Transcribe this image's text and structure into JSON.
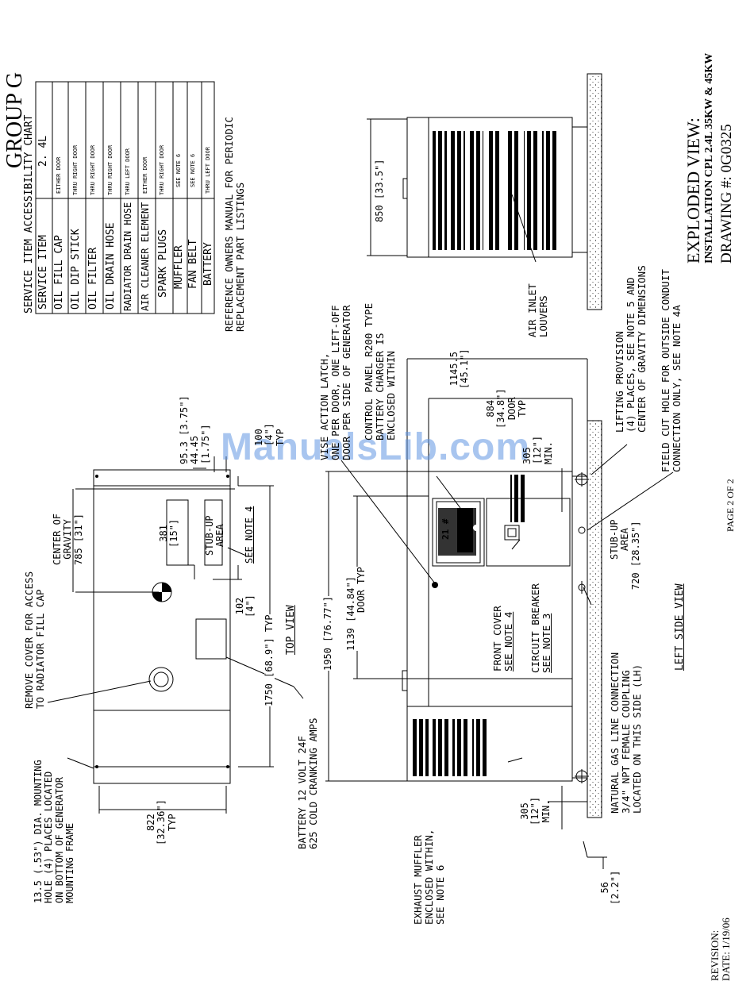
{
  "header": {
    "group": "GROUP G",
    "title": "EXPLODED VIEW:",
    "subtitle": "INSTALLATION CPL 2.4L 35KW & 45KW",
    "drawing": "DRAWING #: 0G0325"
  },
  "footer": {
    "page": "PAGE 2 OF 2",
    "revision": "REVISION:",
    "date": "DATE: 1/19/06"
  },
  "watermark": "ManualsLib.com",
  "chart": {
    "title": "SERVICE ITEM ACCESSIBILITY CHART",
    "col1": "SERVICE ITEM",
    "col2": "2. 4L",
    "rows": [
      {
        "item": "OIL FILL CAP",
        "access": "EITHER DOOR"
      },
      {
        "item": "OIL DIP STICK",
        "access": "THRU RIGHT DOOR"
      },
      {
        "item": "OIL FILTER",
        "access": "THRU RIGHT DOOR"
      },
      {
        "item": "OIL DRAIN HOSE",
        "access": "THRU RIGHT DOOR"
      },
      {
        "item": "RADIATOR DRAIN HOSE",
        "access": "THRU LEFT DOOR"
      },
      {
        "item": "AIR CLEANER ELEMENT",
        "access": "EITHER DOOR"
      },
      {
        "item": "SPARK PLUGS",
        "access": "THRU RIGHT DOOR"
      },
      {
        "item": "MUFFLER",
        "access": "SEE NOTE 6"
      },
      {
        "item": "FAN BELT",
        "access": "SEE NOTE 6"
      },
      {
        "item": "BATTERY",
        "access": "THRU LEFT DOOR"
      }
    ]
  },
  "reference": [
    "REFERENCE OWNERS MANUAL FOR PERIODIC",
    "REPLACEMENT PART LISTINGS"
  ],
  "top_view": {
    "label": "TOP VIEW",
    "remove_cover": [
      "REMOVE COVER FOR ACCESS",
      "TO RADIATOR FILL CAP"
    ],
    "cog": [
      "CENTER OF",
      "GRAVITY",
      "785  [31\"]"
    ],
    "d381": [
      "381",
      "[15\"]"
    ],
    "stub_up": [
      "STUB-UP",
      "AREA"
    ],
    "see_note_4": "SEE NOTE 4",
    "d1750": "1750  [68.9\"] TYP",
    "d102": [
      "102",
      "[4\"]"
    ],
    "d953": [
      "95.3  [3.75\"]",
      "44.45",
      "[1.75\"]"
    ],
    "d100": [
      "100",
      "[4\"]",
      "TYP"
    ],
    "battery": [
      "BATTERY 12 VOLT 24F",
      "625 COLD CRANKING AMPS"
    ],
    "mounting": [
      "13.5 (.53\") DIA. MOUNTING",
      "HOLE (4) PLACES LOCATED",
      "ON BOTTOM OF GENERATOR",
      "MOUNTING FRAME"
    ],
    "d822": [
      "822",
      "[32.36\"]",
      "TYP"
    ]
  },
  "left_side_view": {
    "label": "LEFT SIDE VIEW",
    "vise": [
      "VISE ACTION LATCH,",
      "ONE PER DOOR, ONE LIFT-OFF",
      "DOOR PER SIDE OF GENERATOR"
    ],
    "control_panel": [
      "CONTROL PANEL R200 TYPE",
      "BATTERY CHARGER IS",
      "ENCLOSED WITHIN"
    ],
    "d1950": "1950  [76.77\"]",
    "d1139": [
      "1139  [44.84\"]",
      "DOOR TYP"
    ],
    "front_cover": [
      "FRONT COVER",
      "SEE NOTE 4"
    ],
    "breaker": [
      "CIRCUIT BREAKER",
      "SEE NOTE 3"
    ],
    "d1145": [
      "1145.5",
      "[45.1\"]"
    ],
    "d884": [
      "884",
      "[34.8\"]",
      "DOOR",
      "TYP"
    ],
    "d305_top": [
      "305",
      "[12\"]",
      "MIN."
    ],
    "stub_up": [
      "STUB-UP",
      "AREA",
      "720  [28.35\"]"
    ],
    "lifting": [
      "LIFTING PROVISION",
      "(4) PLACES, SEE NOTE 5 AND",
      "CENTER OF GRAVITY DIMENSIONS"
    ],
    "field_cut": [
      "FIELD CUT HOLE FOR OUTSIDE CONDUIT",
      "CONNECTION ONLY, SEE NOTE 4A"
    ],
    "gas": [
      "NATURAL GAS LINE CONNECTION",
      "3/4\" NPT FEMALE COUPLING",
      "LOCATED ON THIS SIDE (LH)"
    ],
    "exhaust": [
      "EXHAUST MUFFLER",
      "ENCLOSED WITHIN,",
      "SEE NOTE 6"
    ],
    "d305_bot": [
      "305",
      "[12\"]",
      "MIN."
    ],
    "d56": [
      "56",
      "[2.2\"]"
    ],
    "panel_text": "21 #"
  },
  "end_view": {
    "d850": "850  [33.5\"]",
    "louvers": [
      "AIR INLET",
      "LOUVERS"
    ]
  }
}
